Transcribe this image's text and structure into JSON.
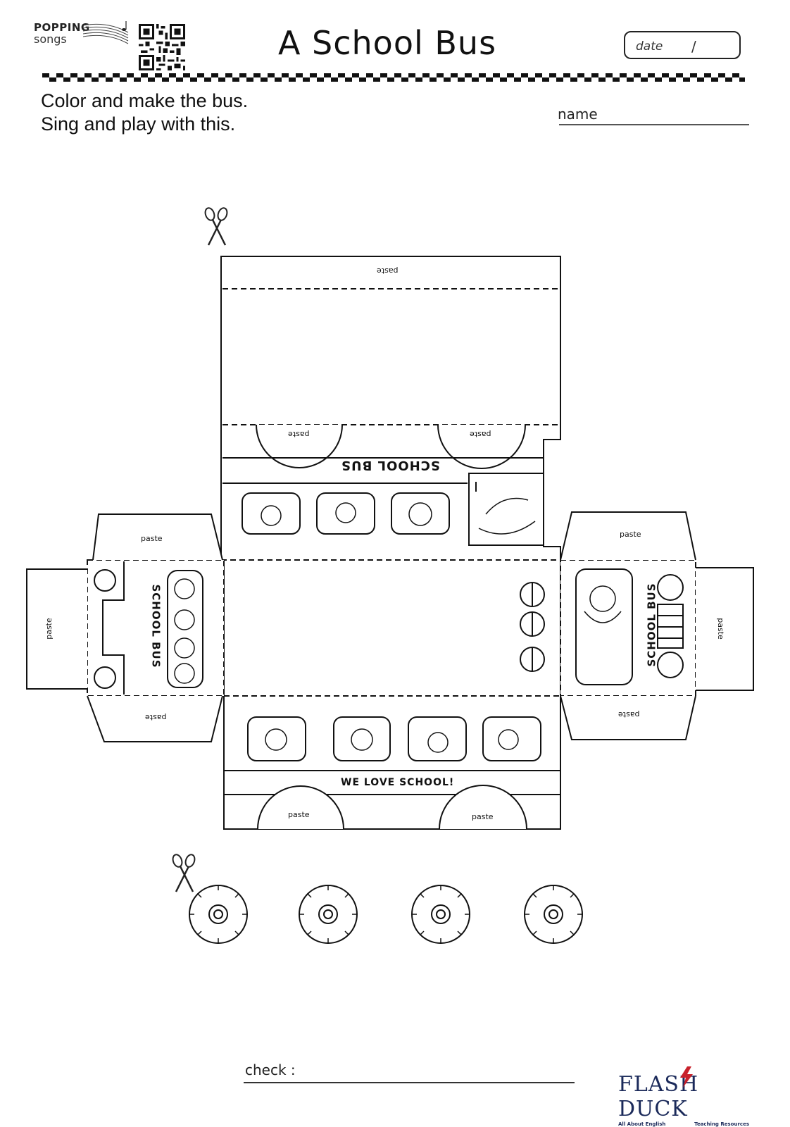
{
  "header": {
    "logo_line1": "POPPING",
    "logo_line2": "songs",
    "title": "A School Bus",
    "date_label": "date",
    "date_separator": "/"
  },
  "instructions": {
    "line1": "Color and make the bus.",
    "line2": "Sing and play with this."
  },
  "name_label": "name",
  "cutout": {
    "paste_label": "paste",
    "roof_side_text": "SCHOOL BUS",
    "front_text": "SCHOOL BUS",
    "rear_text": "SCHOOL BUS",
    "bottom_side_text": "WE LOVE SCHOOL!"
  },
  "footer": {
    "check_label": "check :",
    "brand_name": "FLASH DUCK",
    "brand_left": "All About English",
    "brand_right": "Teaching Resources"
  }
}
